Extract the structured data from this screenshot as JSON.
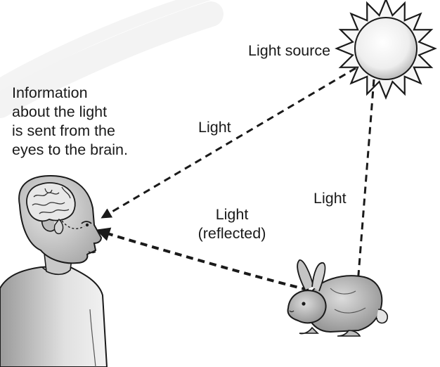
{
  "labels": {
    "light_source": "Light source",
    "info_lines": [
      "Information",
      "about the light",
      "is sent from the",
      "eyes to the brain."
    ],
    "light_to_eye": "Light",
    "light_to_rabbit": "Light",
    "reflected_line1": "Light",
    "reflected_line2": "(reflected)"
  },
  "icons": [
    "sun-icon",
    "child-head-icon",
    "brain-icon",
    "rabbit-icon"
  ],
  "colors": {
    "ink": "#1a1a1a",
    "sun_fill": "#f2f2f2",
    "skin": "#cfcfcf",
    "watermark": "#f4f4f4"
  }
}
